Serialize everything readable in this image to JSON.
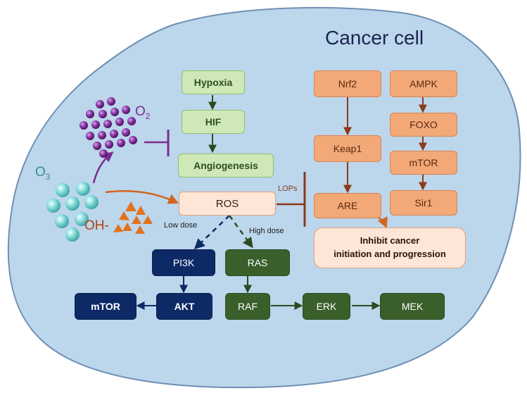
{
  "title": "Cancer cell",
  "labels": {
    "ozone": "O",
    "ozone_sub": "3",
    "oxygen": "O",
    "oxygen_sub": "2",
    "hydroxyl": "OH-",
    "low_dose": "Low dose",
    "high_dose": "High dose",
    "lops": "LOPs"
  },
  "nodes": {
    "hypoxia": "Hypoxia",
    "hif": "HIF",
    "angiogenesis": "Angiogenesis",
    "ros": "ROS",
    "nrf2": "Nrf2",
    "keap1": "Keap1",
    "are": "ARE",
    "ampk": "AMPK",
    "foxo": "FOXO",
    "mtor_right": "mTOR",
    "sir1": "Sir1",
    "inhibit_line1": "Inhibit cancer",
    "inhibit_line2": "initiation and progression",
    "pi3k": "PI3K",
    "akt": "AKT",
    "mtor_left": "mTOR",
    "ras": "RAS",
    "raf": "RAF",
    "erk": "ERK",
    "mek": "MEK"
  },
  "colors": {
    "cell_fill": "#bcd6ec",
    "cell_stroke": "#6f8fb4",
    "purple": "#7b2d91",
    "teal": "#7fd8d6",
    "orange_particles": "#e2731e",
    "navy": "#0d2a66",
    "dark_green": "#3a5f2a",
    "brown": "#8a3a1a"
  }
}
